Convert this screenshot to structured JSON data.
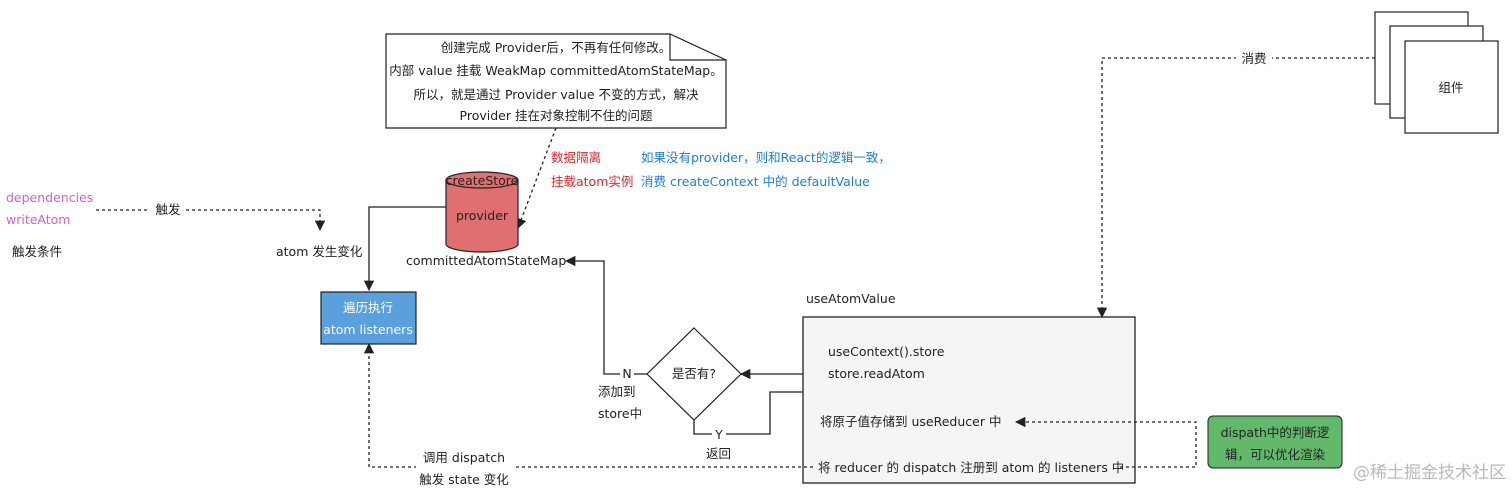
{
  "note": {
    "lines": [
      "创建完成 Provider后，不再有任何修改。",
      "内部 value 挂载 WeakMap committedAtomStateMap。",
      "所以，就是通过 Provider value 不变的方式，解决",
      "Provider 挂在对象控制不住的问题"
    ]
  },
  "trigger": {
    "dependencies": "dependencies",
    "write_atom": "writeAtom",
    "edge_label": "触发",
    "condition": "触发条件",
    "atom_change": "atom 发生变化"
  },
  "provider": {
    "top_label": "createStore",
    "label": "provider",
    "map_label": "committedAtomStateMap",
    "isolation_line1": "数据隔离",
    "isolation_line2": "挂载atom实例",
    "fallback_line1": "如果没有provider，则和React的逻辑一致，",
    "fallback_line2": "消费 createContext 中的 defaultValue"
  },
  "listeners": {
    "line1": "遍历执行",
    "line2": "atom listeners"
  },
  "decision": {
    "question": "是否有?",
    "no_label": "N",
    "no_action1": "添加到",
    "no_action2": "store中",
    "yes_label": "Y",
    "yes_action": "返回"
  },
  "dispatch_call": {
    "line1": "调用 dispatch",
    "line2": "触发 state 变化"
  },
  "use_atom_value": {
    "title": "useAtomValue",
    "step1": "useContext().store",
    "step2": "store.readAtom",
    "step3": "将原子值存储到 useReducer 中",
    "step4": "将 reducer 的 dispatch 注册到 atom 的 listeners 中"
  },
  "component": {
    "label": "组件",
    "consume_label": "消费"
  },
  "dispatch_note": {
    "line1": "dispath中的判断逻",
    "line2": "辑，可以优化渲染"
  },
  "watermark": "@稀土掘金技术社区",
  "colors": {
    "cylinder": "#e07070",
    "listeners_box": "#5aa0dc",
    "dispatch_note": "#63b96b",
    "use_atom_bg": "#f5f5f5"
  }
}
